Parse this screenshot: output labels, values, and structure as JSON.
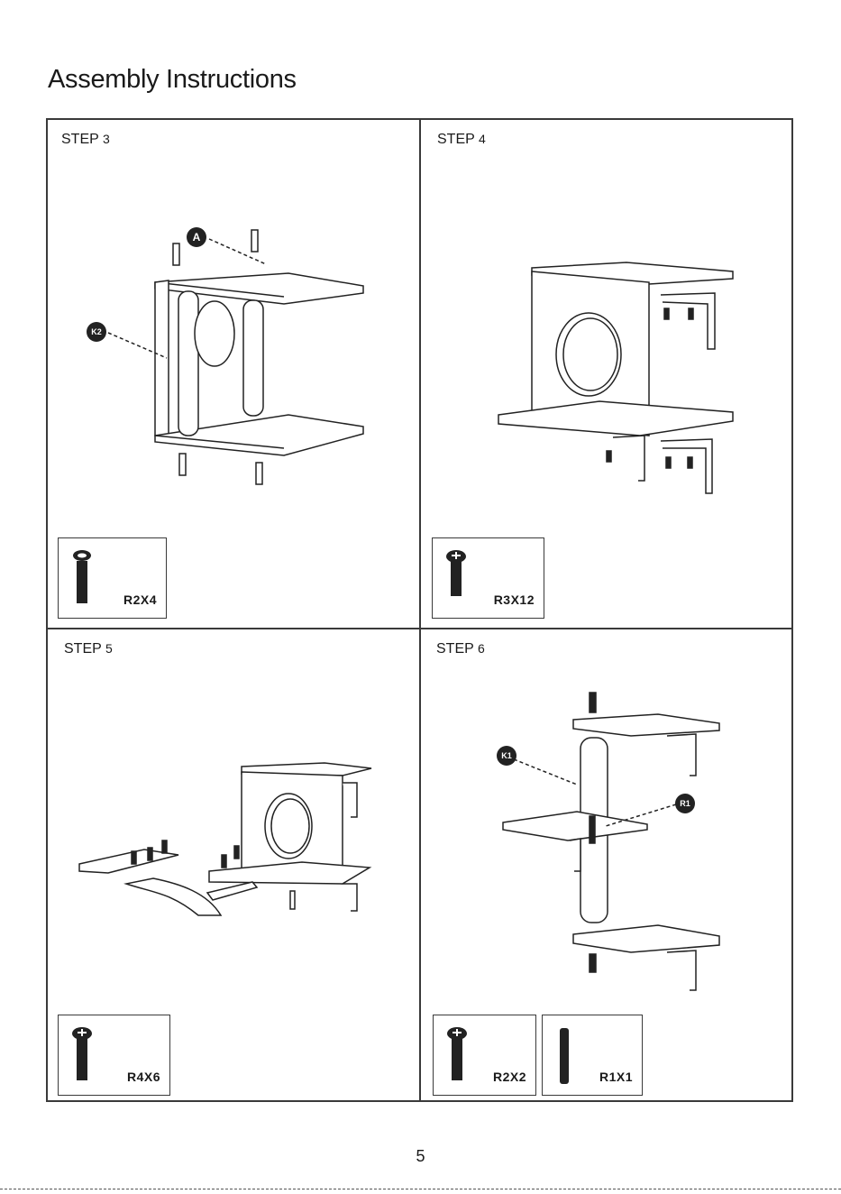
{
  "page": {
    "title": "Assembly Instructions",
    "page_number": "5"
  },
  "steps": [
    {
      "label": "STEP",
      "number": "3",
      "callouts": [
        "A",
        "K2"
      ],
      "parts": [
        {
          "code": "R2X4"
        }
      ]
    },
    {
      "label": "STEP",
      "number": "4",
      "callouts": [],
      "parts": [
        {
          "code": "R3X12"
        }
      ]
    },
    {
      "label": "STEP",
      "number": "5",
      "callouts": [],
      "parts": [
        {
          "code": "R4X6"
        }
      ]
    },
    {
      "label": "STEP",
      "number": "6",
      "callouts": [
        "K1",
        "R1"
      ],
      "parts": [
        {
          "code": "R2X2"
        },
        {
          "code": "R1X1"
        }
      ]
    }
  ]
}
